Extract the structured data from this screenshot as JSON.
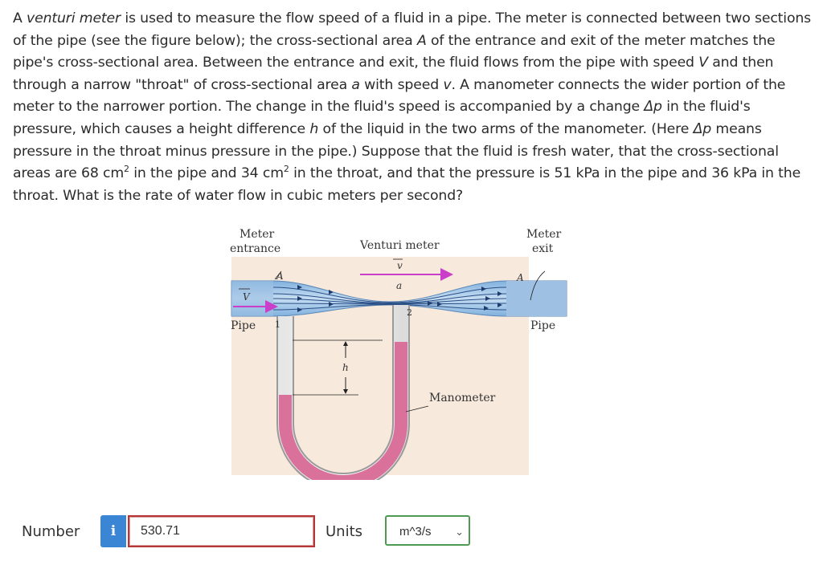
{
  "question": {
    "p1": "A ",
    "term": "venturi meter",
    "p2": " is used to measure the flow speed of a fluid in a pipe. The meter is connected between two sections of the pipe (see the figure below); the cross-sectional area ",
    "varA": "A",
    "p3": " of the entrance and exit of the meter matches the pipe's cross-sectional area. Between the entrance and exit, the fluid flows from the pipe with speed ",
    "varV": "V",
    "p4": " and then through a narrow \"throat\" of cross-sectional area ",
    "vara": "a",
    "p5": " with speed ",
    "varv": "v",
    "p6": ". A manometer connects the wider portion of the meter to the narrower portion. The change in the fluid's speed is accompanied by a change ",
    "varDp": "Δp",
    "p7": " in the fluid's pressure, which causes a height difference ",
    "varh": "h",
    "p8": " of the liquid in the two arms of the manometer. (Here ",
    "varDp2": "Δp",
    "p9": " means pressure in the throat minus pressure in the pipe.) Suppose that the fluid is fresh water, that the cross-sectional areas are 68 cm",
    "sup1": "2",
    "p10": " in the pipe and 34 cm",
    "sup2": "2",
    "p11": " in the throat, and that the pressure is 51 kPa in the pipe and 36 kPa in the throat. What is the rate of water flow in cubic meters per second?"
  },
  "figure": {
    "meter_entrance_1": "Meter",
    "meter_entrance_2": "entrance",
    "venturi_meter": "Venturi meter",
    "meter_exit_1": "Meter",
    "meter_exit_2": "exit",
    "label_A_left": "A",
    "label_A_right": "A",
    "label_v": "v",
    "label_a": "a",
    "label_V": "V",
    "label_2": "2",
    "label_1": "1",
    "pipe_left": "Pipe",
    "pipe_right": "Pipe",
    "label_h": "h",
    "manometer": "Manometer",
    "colors": {
      "fluid": "#a9cbe9",
      "mercury": "#d9719a",
      "background": "#f7e9dc",
      "arrow": "#c93fc9"
    }
  },
  "answer": {
    "number_label": "Number",
    "info_icon": "i",
    "value": "530.71",
    "units_label": "Units",
    "units_value": "m^3/s"
  }
}
